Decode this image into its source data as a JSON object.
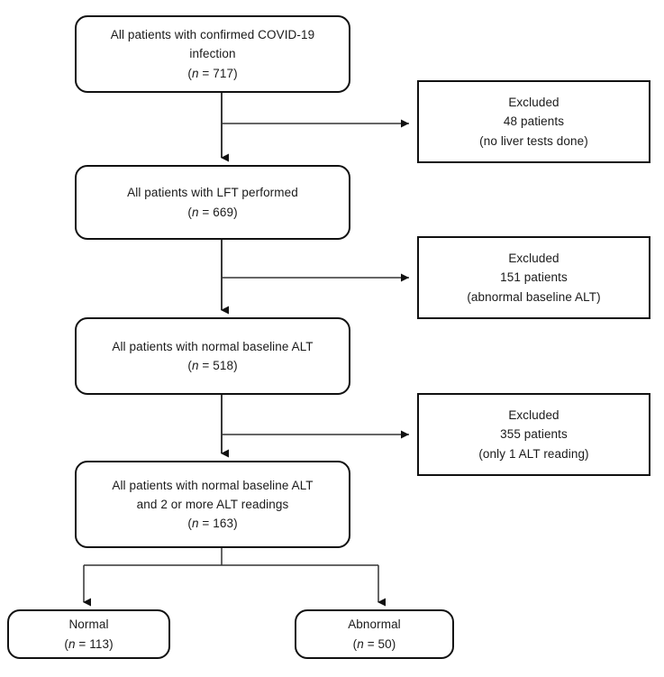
{
  "figure": {
    "type": "flowchart",
    "orientation": "top-down",
    "description": "Patient selection flow diagram for COVID-19 liver function study"
  },
  "nodes": {
    "confirmed": {
      "lines": [
        "All patients with confirmed COVID-19",
        "infection"
      ],
      "count_label": "(n = 717)",
      "n_italic": "n",
      "n_value": "717"
    },
    "excluded_1": {
      "title": "Excluded",
      "count_label": "48 patients",
      "reason": "(no liver tests done)",
      "n_value": "48"
    },
    "lft": {
      "lines": [
        "All patients with LFT performed"
      ],
      "count_label": "(n = 669)",
      "n_italic": "n",
      "n_value": "669"
    },
    "excluded_2": {
      "title": "Excluded",
      "count_label": "151 patients",
      "reason": "(abnormal baseline ALT)",
      "n_value": "151"
    },
    "normal_alt": {
      "lines": [
        "All patients with normal baseline ALT"
      ],
      "count_label": "(n = 518)",
      "n_italic": "n",
      "n_value": "518"
    },
    "excluded_3": {
      "title": "Excluded",
      "count_label": "355 patients",
      "reason": "(only 1 ALT reading)",
      "n_value": "355"
    },
    "two_readings": {
      "lines": [
        "All patients with normal baseline ALT",
        "and 2 or more ALT readings"
      ],
      "count_label": "(n = 163)",
      "n_italic": "n",
      "n_value": "163"
    },
    "result_normal": {
      "title": "Normal",
      "count_label": "(n = 113)",
      "n_italic": "n",
      "n_value": "113"
    },
    "result_abnormal": {
      "title": "Abnormal",
      "count_label": "(n = 50)",
      "n_italic": "n",
      "n_value": "50"
    }
  },
  "colors": {
    "stroke": "#111111",
    "connector": "#333333",
    "background": "#ffffff",
    "text": "#1a1a1a"
  }
}
